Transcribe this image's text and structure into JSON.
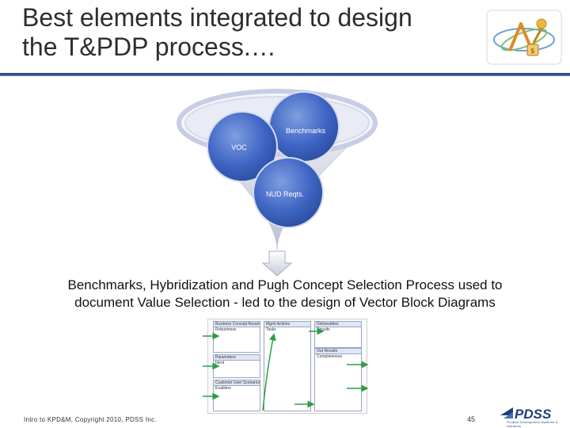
{
  "slide": {
    "title_line1": "Best elements integrated to design",
    "title_line2": "the T&PDP process.…",
    "caption_line1": "Benchmarks, Hybridization and Pugh Concept Selection Process used to",
    "caption_line2": "document Value Selection - led to the design of Vector Block Diagrams",
    "footer": "Intro to KPD&M, Copyright 2010, PDSS Inc.",
    "page_number": "45"
  },
  "funnel": {
    "circles": [
      {
        "label": "Benchmarks"
      },
      {
        "label": "VOC"
      },
      {
        "label": "NUD Reqts."
      }
    ]
  },
  "vector_block_diagram": {
    "blocks": [
      {
        "header": "Business Concept Assumptions",
        "items": [
          "Robustness"
        ]
      },
      {
        "header": "Parameters",
        "items": [
          "Ident"
        ]
      },
      {
        "header": "Customer User Scenarios",
        "items": [
          "Enablers"
        ]
      },
      {
        "header": "Mgmt Actions",
        "items": [
          "Tasks"
        ]
      },
      {
        "header": "Deliverables",
        "items": [
          "Results"
        ]
      },
      {
        "header": "Out Results",
        "items": [
          "Completeness"
        ]
      }
    ]
  },
  "logos": {
    "top_right": "t-pdp-logo",
    "bottom_right": "PDSS",
    "bottom_right_tagline": "Product Development Systems & Solutions"
  },
  "colors": {
    "title_rule": "#1f3f7a",
    "circle_fill": "#3f66c4",
    "funnel_rim": "#c8cde6",
    "arrow_green": "#2e9e46"
  }
}
